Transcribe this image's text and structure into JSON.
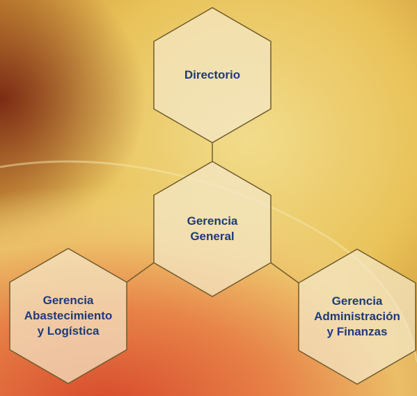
{
  "diagram": {
    "nodes": [
      {
        "id": "directorio",
        "label": "Directorio"
      },
      {
        "id": "gerencia-general",
        "label": "Gerencia\nGeneral"
      },
      {
        "id": "gerencia-abastecimiento",
        "label": "Gerencia\nAbastecimiento\ny Logística"
      },
      {
        "id": "gerencia-administracion",
        "label": "Gerencia\nAdministración\ny Finanzas"
      }
    ],
    "edges": [
      {
        "from": "directorio",
        "to": "gerencia-general"
      },
      {
        "from": "gerencia-general",
        "to": "gerencia-abastecimiento"
      },
      {
        "from": "gerencia-general",
        "to": "gerencia-administracion"
      }
    ]
  },
  "colors": {
    "node_fill": "#f4e8c8",
    "node_stroke": "#6e5a2c",
    "label_text": "#1f3a7a",
    "background_primary": "#e9c35a",
    "background_secondary": "#d8462c"
  }
}
